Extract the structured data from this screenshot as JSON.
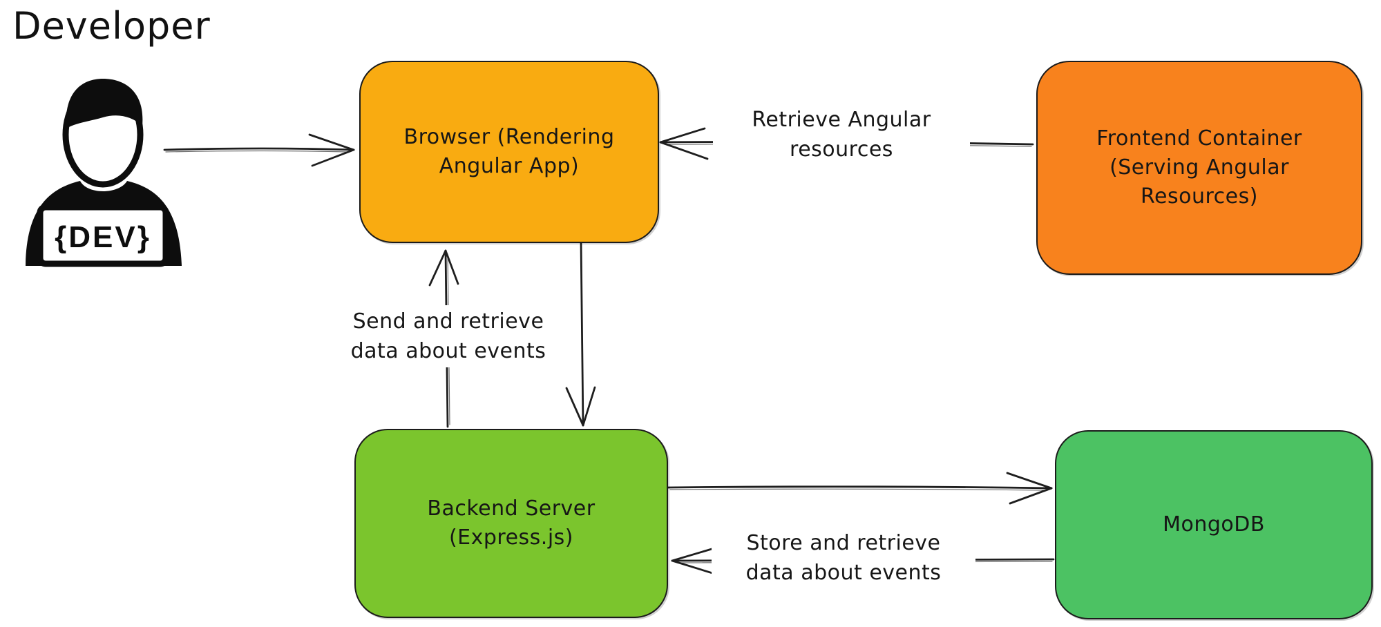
{
  "canvas": {
    "background": "#ffffff"
  },
  "developer": {
    "title": "Developer",
    "laptop_text": "{DEV}"
  },
  "nodes": {
    "browser": {
      "label": "Browser (Rendering Angular App)",
      "lines": [
        "Browser (Rendering",
        "Angular App)"
      ],
      "fill": "#f9ab11"
    },
    "frontend": {
      "label": "Frontend Container (Serving Angular Resources)",
      "lines": [
        "Frontend Container",
        "(Serving Angular",
        "Resources)"
      ],
      "fill": "#f8821d"
    },
    "backend": {
      "label": "Backend Server (Express.js)",
      "lines": [
        "Backend Server",
        "(Express.js)"
      ],
      "fill": "#7bc52d"
    },
    "mongodb": {
      "label": "MongoDB",
      "lines": [
        "MongoDB"
      ],
      "fill": "#4cc263"
    }
  },
  "edges": {
    "frontend_to_browser": {
      "label": "Retrieve Angular resources",
      "lines": [
        "Retrieve Angular",
        "resources"
      ]
    },
    "browser_backend": {
      "label": "Send and retrieve data about events",
      "lines": [
        "Send and retrieve",
        "data about events"
      ]
    },
    "backend_mongodb": {
      "label": "Store and retrieve data about events",
      "lines": [
        "Store and retrieve",
        "data about events"
      ]
    }
  },
  "colors": {
    "stroke": "#1e1e1e",
    "text": "#161616",
    "browser_fill": "#f9ab11",
    "frontend_fill": "#f8821d",
    "backend_fill": "#7bc52d",
    "mongodb_fill": "#4cc263"
  }
}
